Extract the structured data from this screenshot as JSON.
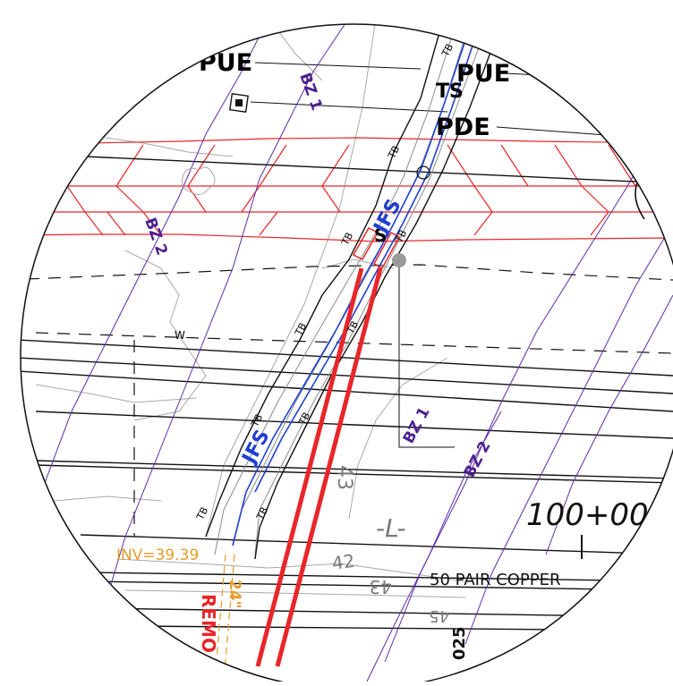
{
  "labels": {
    "pue_left": "PUE",
    "pue_right": "PUE",
    "pde": "PDE",
    "ts": "TS",
    "s_mid": "S",
    "bz1_top": "BZ 1",
    "bz2_left": "BZ 2",
    "bz1_right": "BZ 1",
    "bz2_right": "BZ 2",
    "station": "100+00",
    "alignment": "-L-",
    "contour_43": "43",
    "contour_42": "42",
    "contour_43b": "43",
    "contour_45": "45",
    "inv": "INV=39.39",
    "pipe_size": "24\"",
    "remove": "REMO",
    "copper": "50 PAIR COPPER",
    "code_25": "025",
    "w": "W",
    "tb": "TB",
    "jfs": "JFS"
  },
  "colors": {
    "red": "#e8262a",
    "purple": "#5b2ea6",
    "blue": "#1f3fd1",
    "gray": "#9a9a9a",
    "orange": "#e79b2a",
    "black": "#000000"
  }
}
